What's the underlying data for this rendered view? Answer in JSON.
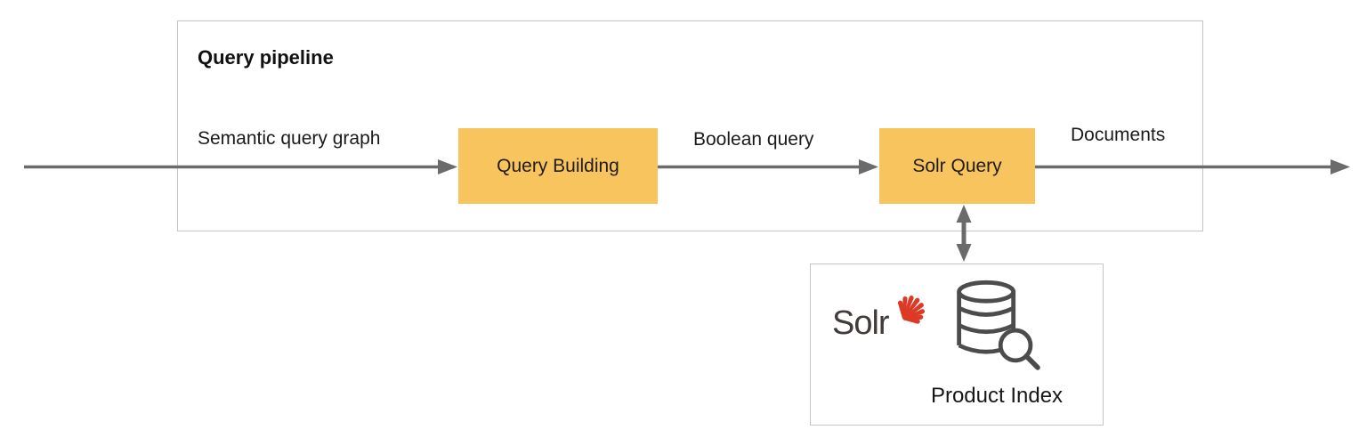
{
  "pipeline": {
    "title": "Query pipeline",
    "labels": {
      "input": "Semantic query graph",
      "boolean": "Boolean query",
      "output": "Documents"
    },
    "nodes": [
      {
        "label": "Query Building"
      },
      {
        "label": "Solr Query"
      }
    ]
  },
  "index_box": {
    "logo_text": "Solr",
    "caption": "Product Index"
  },
  "colors": {
    "node_fill": "#F8C45E",
    "arrow_gray": "#6b6b6b",
    "frame_border": "#c6c6c6",
    "text": "#1a1a1a",
    "solr_red": "#DB3B26",
    "solr_text_gray": "#413c3a",
    "icon_gray": "#4c4c4c"
  }
}
